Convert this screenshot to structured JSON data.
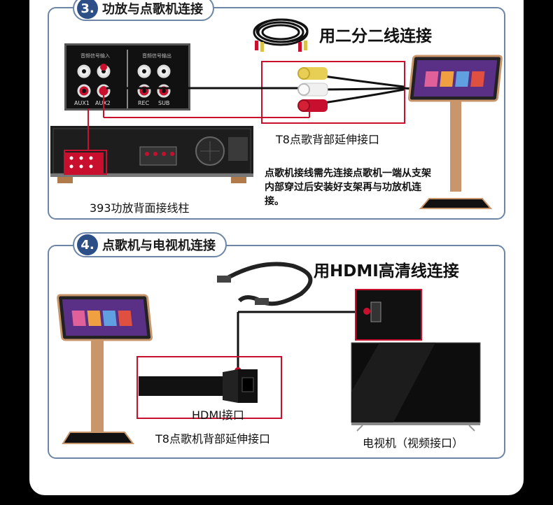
{
  "section3": {
    "number": "3.",
    "title": "功放与点歌机连接",
    "cable_title": "用二分二线连接",
    "amp_panel_input": "音频信号输入",
    "amp_panel_output": "音频信号输出",
    "amp_ports": [
      "AUX1",
      "AUX2",
      "REC",
      "SUB"
    ],
    "t8_port_label": "T8点歌背部延伸接口",
    "amp_label": "393功放背面接线柱",
    "note": "点歌机接线需先连接点歌机一端从支架内部穿过后安装好支架再与功放机连接。"
  },
  "section4": {
    "number": "4.",
    "title": "点歌机与电视机连接",
    "cable_title": "用HDMI高清线连接",
    "hdmi_port_label": "HDMI接口",
    "t8_port_label": "T8点歌机背部延伸接口",
    "tv_label": "电视机（视频接口）"
  },
  "colors": {
    "panel_border": "#6d86a6",
    "badge_fill": "#2c4f87",
    "highlight": "#c8102e",
    "stand_gold": "#c9966b"
  }
}
